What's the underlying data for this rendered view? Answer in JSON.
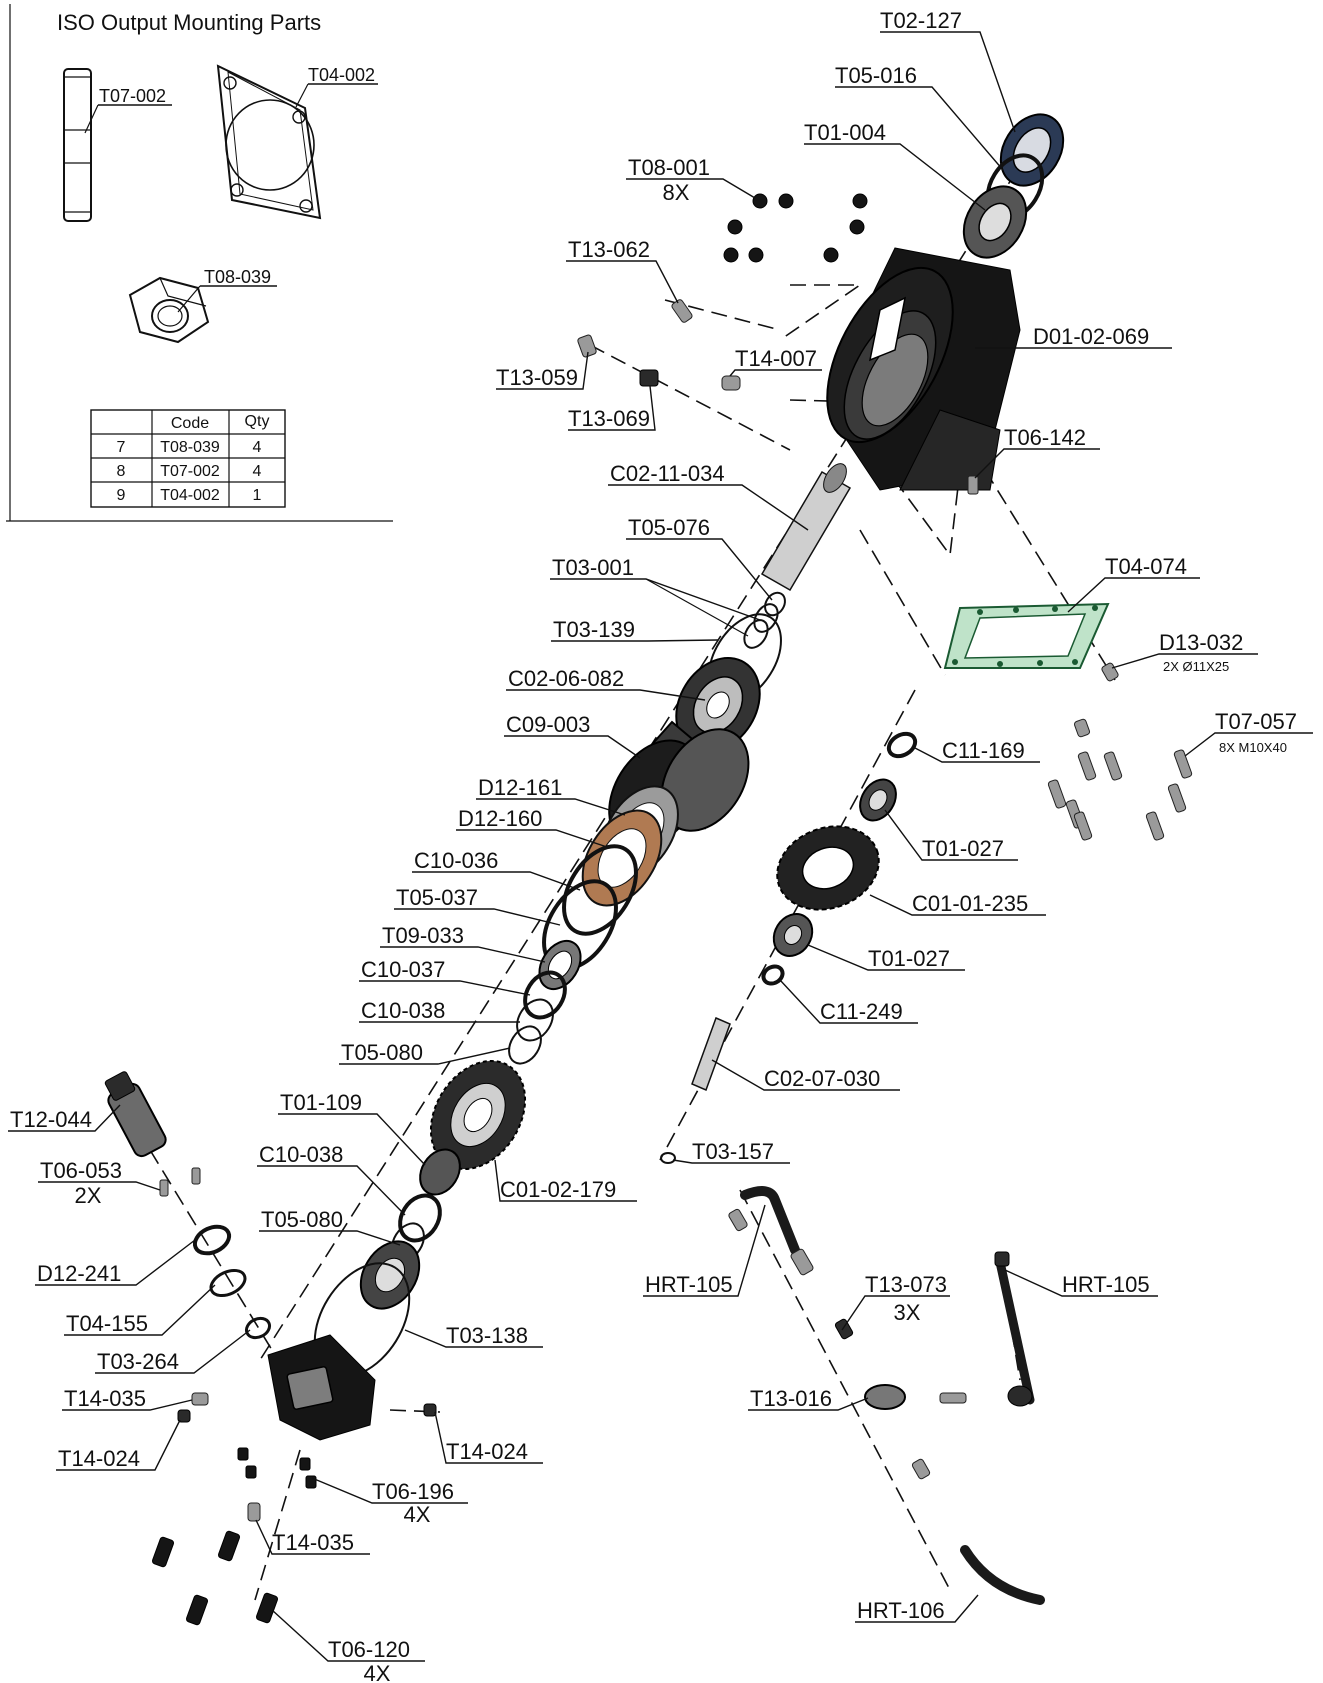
{
  "inset": {
    "title": "ISO Output Mounting Parts",
    "labels": {
      "pin": "T07-002",
      "gasket": "T04-002",
      "nut": "T08-039"
    },
    "table": {
      "headers": [
        "",
        "Code",
        "Qty"
      ],
      "rows": [
        [
          "7",
          "T08-039",
          "4"
        ],
        [
          "8",
          "T07-002",
          "4"
        ],
        [
          "9",
          "T04-002",
          "1"
        ]
      ]
    }
  },
  "callouts": [
    {
      "id": "t02_127",
      "code": "T02-127"
    },
    {
      "id": "t05_016",
      "code": "T05-016"
    },
    {
      "id": "t01_004",
      "code": "T01-004"
    },
    {
      "id": "t08_001",
      "code": "T08-001",
      "qty": "8X"
    },
    {
      "id": "t13_062",
      "code": "T13-062"
    },
    {
      "id": "d01_02_069",
      "code": "D01-02-069"
    },
    {
      "id": "t14_007",
      "code": "T14-007"
    },
    {
      "id": "t13_059",
      "code": "T13-059"
    },
    {
      "id": "t13_069",
      "code": "T13-069"
    },
    {
      "id": "t06_142",
      "code": "T06-142"
    },
    {
      "id": "c02_11_034",
      "code": "C02-11-034"
    },
    {
      "id": "t05_076",
      "code": "T05-076"
    },
    {
      "id": "t03_001",
      "code": "T03-001"
    },
    {
      "id": "t04_074",
      "code": "T04-074"
    },
    {
      "id": "t03_139",
      "code": "T03-139"
    },
    {
      "id": "d13_032",
      "code": "D13-032",
      "spec": "2X Ø11X25"
    },
    {
      "id": "c02_06_082",
      "code": "C02-06-082"
    },
    {
      "id": "t07_057",
      "code": "T07-057",
      "spec": "8X M10X40"
    },
    {
      "id": "c09_003",
      "code": "C09-003"
    },
    {
      "id": "c11_169",
      "code": "C11-169"
    },
    {
      "id": "d12_161",
      "code": "D12-161"
    },
    {
      "id": "d12_160",
      "code": "D12-160"
    },
    {
      "id": "t01_027a",
      "code": "T01-027"
    },
    {
      "id": "c10_036",
      "code": "C10-036"
    },
    {
      "id": "c01_01_235",
      "code": "C01-01-235"
    },
    {
      "id": "t05_037",
      "code": "T05-037"
    },
    {
      "id": "t09_033",
      "code": "T09-033"
    },
    {
      "id": "t01_027b",
      "code": "T01-027"
    },
    {
      "id": "c10_037",
      "code": "C10-037"
    },
    {
      "id": "c11_249",
      "code": "C11-249"
    },
    {
      "id": "c10_038a",
      "code": "C10-038"
    },
    {
      "id": "t05_080a",
      "code": "T05-080"
    },
    {
      "id": "c02_07_030",
      "code": "C02-07-030"
    },
    {
      "id": "t01_109",
      "code": "T01-109"
    },
    {
      "id": "t12_044",
      "code": "T12-044"
    },
    {
      "id": "t03_157",
      "code": "T03-157"
    },
    {
      "id": "c10_038b",
      "code": "C10-038"
    },
    {
      "id": "t06_053",
      "code": "T06-053",
      "qty": "2X"
    },
    {
      "id": "c01_02_179",
      "code": "C01-02-179"
    },
    {
      "id": "t05_080b",
      "code": "T05-080"
    },
    {
      "id": "d12_241",
      "code": "D12-241"
    },
    {
      "id": "hrt_105a",
      "code": "HRT-105"
    },
    {
      "id": "t13_073",
      "code": "T13-073",
      "qty": "3X"
    },
    {
      "id": "hrt_105b",
      "code": "HRT-105"
    },
    {
      "id": "t04_155",
      "code": "T04-155"
    },
    {
      "id": "t03_138",
      "code": "T03-138"
    },
    {
      "id": "t03_264",
      "code": "T03-264"
    },
    {
      "id": "t14_035a",
      "code": "T14-035"
    },
    {
      "id": "t13_016",
      "code": "T13-016"
    },
    {
      "id": "t14_024a",
      "code": "T14-024"
    },
    {
      "id": "t14_024b",
      "code": "T14-024"
    },
    {
      "id": "t06_196",
      "code": "T06-196",
      "qty": "4X"
    },
    {
      "id": "t14_035b",
      "code": "T14-035"
    },
    {
      "id": "hrt_106",
      "code": "HRT-106"
    },
    {
      "id": "t06_120",
      "code": "T06-120",
      "qty": "4X"
    }
  ],
  "colors": {
    "ink": "#111111",
    "gasket_green": "#bfe3c9",
    "seal_blue": "#23324f",
    "friction_bronze": "#b07a52"
  }
}
